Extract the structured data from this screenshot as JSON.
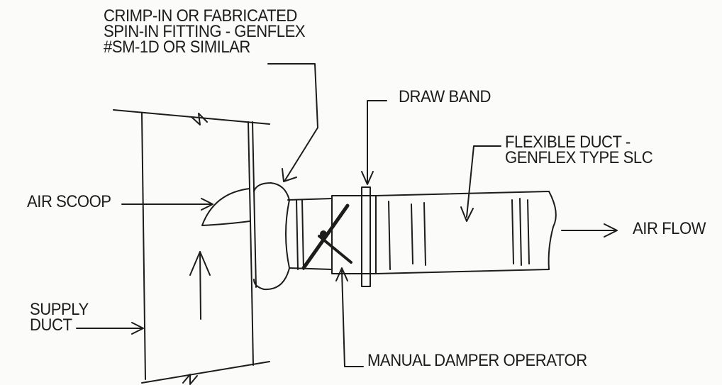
{
  "labels": {
    "fitting": "CRIMP-IN OR FABRICATED\nSPIN-IN FITTING - GENFLEX\n#SM-1D OR SIMILAR",
    "draw_band": "DRAW BAND",
    "flex_duct": "FLEXIBLE DUCT -\nGENFLEX TYPE SLC",
    "air_scoop": "AIR SCOOP",
    "air_flow": "AIR FLOW",
    "supply_duct": "SUPPLY\nDUCT",
    "damper_operator": "MANUAL DAMPER OPERATOR"
  },
  "colors": {
    "ink": "#1c1c1c",
    "paper": "#fbfbfa"
  }
}
